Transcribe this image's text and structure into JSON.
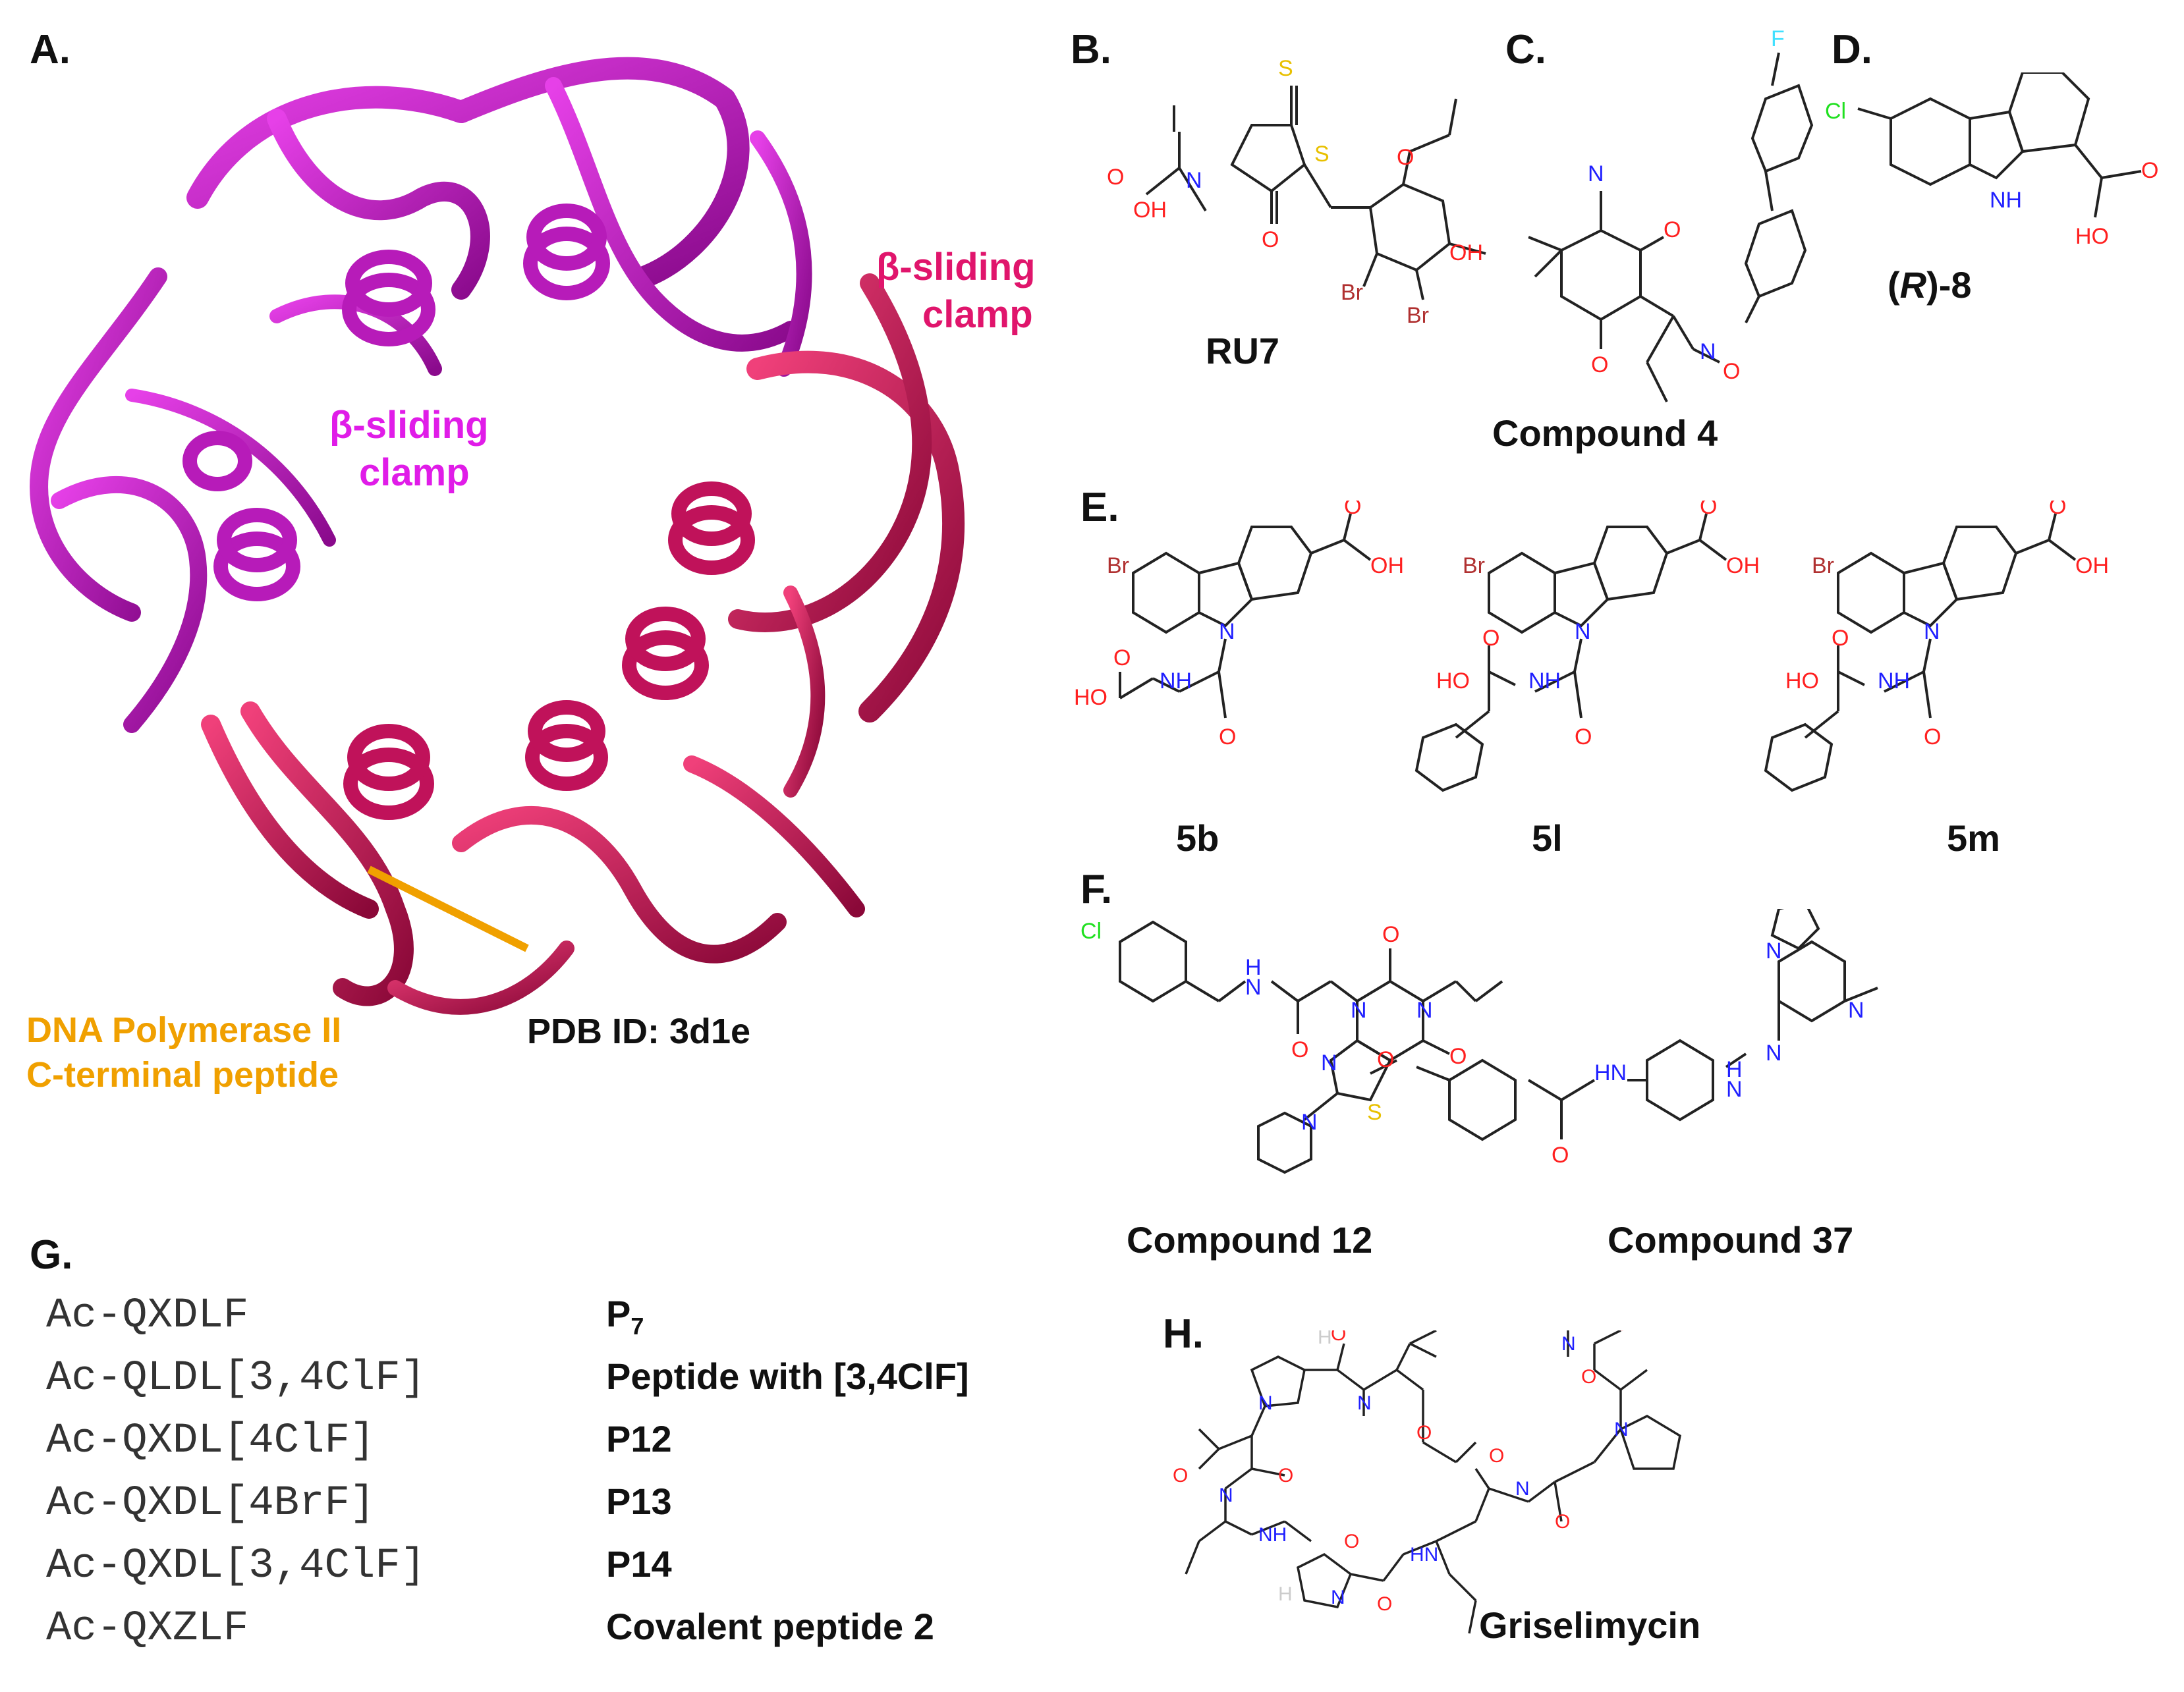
{
  "panels": {
    "A": "A.",
    "B": "B.",
    "C": "C.",
    "D": "D.",
    "E": "E.",
    "F": "F.",
    "G": "G.",
    "H": "H."
  },
  "structure_a": {
    "clamp_label_1": [
      "β-sliding",
      "clamp"
    ],
    "clamp_label_2": [
      "β-sliding",
      "clamp"
    ],
    "peptide_label": [
      "DNA Polymerase II",
      "C-terminal peptide"
    ],
    "pdb": "PDB ID: 3d1e",
    "colors": {
      "clamp_1": "#c21cc4",
      "clamp_2": "#d8146a",
      "peptide": "#f0a000"
    }
  },
  "compounds": {
    "B": "RU7",
    "C": "Compound 4",
    "D_prefix": "(",
    "D_italic": "R",
    "D_suffix": ")-8",
    "E": [
      "5b",
      "5l",
      "5m"
    ],
    "F": [
      "Compound 12",
      "Compound 37"
    ],
    "H": "Griselimycin"
  },
  "atoms": {
    "S": "S",
    "O": "O",
    "OH": "OH",
    "HO": "HO",
    "N": "N",
    "NH": "NH",
    "HN": "HN",
    "H": "H",
    "F": "F",
    "Cl": "Cl",
    "Br": "Br"
  },
  "peptides": [
    {
      "sequence": "Ac-QXDLF",
      "name": "P",
      "subscript": "7"
    },
    {
      "sequence": "Ac-QLDL[3,4ClF]",
      "name": "Peptide with [3,4ClF]",
      "subscript": ""
    },
    {
      "sequence": "Ac-QXDL[4ClF]",
      "name": "P12",
      "subscript": ""
    },
    {
      "sequence": "Ac-QXDL[4BrF]",
      "name": "P13",
      "subscript": ""
    },
    {
      "sequence": "Ac-QXDL[3,4ClF]",
      "name": "P14",
      "subscript": ""
    },
    {
      "sequence": "Ac-QXZLF",
      "name": "Covalent peptide 2",
      "subscript": ""
    }
  ],
  "atom_colors": {
    "O": "#ff2020",
    "N": "#2020ff",
    "S": "#e8c000",
    "F": "#40e0ff",
    "Cl": "#20e020",
    "Br": "#b03030"
  }
}
